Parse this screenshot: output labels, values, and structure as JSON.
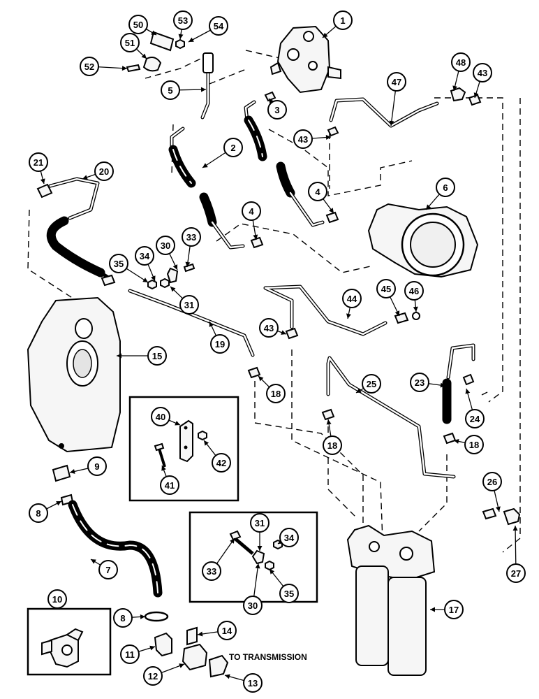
{
  "diagram": {
    "note": "TO TRANSMISSION",
    "callouts": [
      {
        "id": "c1",
        "label": "1"
      },
      {
        "id": "c2",
        "label": "2"
      },
      {
        "id": "c3",
        "label": "3"
      },
      {
        "id": "c4a",
        "label": "4"
      },
      {
        "id": "c4b",
        "label": "4"
      },
      {
        "id": "c5",
        "label": "5"
      },
      {
        "id": "c6",
        "label": "6"
      },
      {
        "id": "c7",
        "label": "7"
      },
      {
        "id": "c8a",
        "label": "8"
      },
      {
        "id": "c8b",
        "label": "8"
      },
      {
        "id": "c9",
        "label": "9"
      },
      {
        "id": "c10",
        "label": "10"
      },
      {
        "id": "c11",
        "label": "11"
      },
      {
        "id": "c12",
        "label": "12"
      },
      {
        "id": "c13",
        "label": "13"
      },
      {
        "id": "c14",
        "label": "14"
      },
      {
        "id": "c15",
        "label": "15"
      },
      {
        "id": "c17",
        "label": "17"
      },
      {
        "id": "c18a",
        "label": "18"
      },
      {
        "id": "c18b",
        "label": "18"
      },
      {
        "id": "c18c",
        "label": "18"
      },
      {
        "id": "c19",
        "label": "19"
      },
      {
        "id": "c20",
        "label": "20"
      },
      {
        "id": "c21",
        "label": "21"
      },
      {
        "id": "c23",
        "label": "23"
      },
      {
        "id": "c24",
        "label": "24"
      },
      {
        "id": "c25",
        "label": "25"
      },
      {
        "id": "c26",
        "label": "26"
      },
      {
        "id": "c27",
        "label": "27"
      },
      {
        "id": "c30a",
        "label": "30"
      },
      {
        "id": "c30b",
        "label": "30"
      },
      {
        "id": "c31a",
        "label": "31"
      },
      {
        "id": "c31b",
        "label": "31"
      },
      {
        "id": "c33a",
        "label": "33"
      },
      {
        "id": "c33b",
        "label": "33"
      },
      {
        "id": "c34a",
        "label": "34"
      },
      {
        "id": "c34b",
        "label": "34"
      },
      {
        "id": "c35a",
        "label": "35"
      },
      {
        "id": "c35b",
        "label": "35"
      },
      {
        "id": "c40",
        "label": "40"
      },
      {
        "id": "c41",
        "label": "41"
      },
      {
        "id": "c42",
        "label": "42"
      },
      {
        "id": "c43a",
        "label": "43"
      },
      {
        "id": "c43b",
        "label": "43"
      },
      {
        "id": "c43c",
        "label": "43"
      },
      {
        "id": "c44",
        "label": "44"
      },
      {
        "id": "c45",
        "label": "45"
      },
      {
        "id": "c46",
        "label": "46"
      },
      {
        "id": "c47",
        "label": "47"
      },
      {
        "id": "c48",
        "label": "48"
      },
      {
        "id": "c50",
        "label": "50"
      },
      {
        "id": "c51",
        "label": "51"
      },
      {
        "id": "c52",
        "label": "52"
      },
      {
        "id": "c53",
        "label": "53"
      },
      {
        "id": "c54",
        "label": "54"
      }
    ]
  }
}
